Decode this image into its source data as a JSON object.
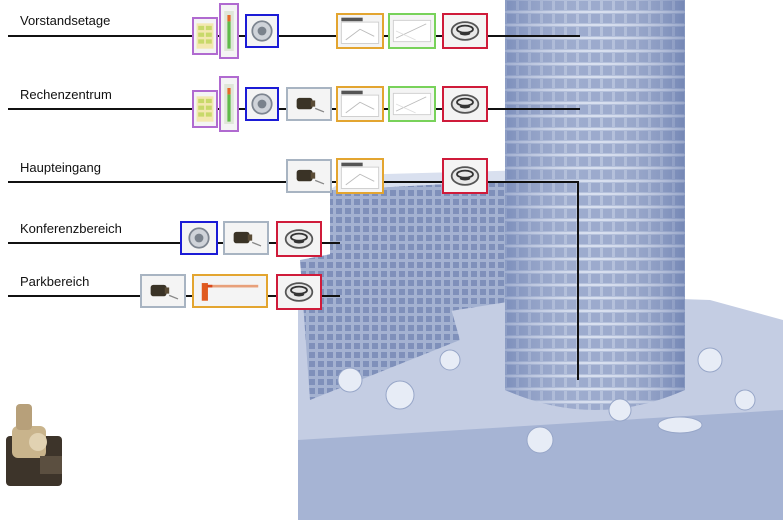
{
  "zones": [
    {
      "label": "Vorstandsetage"
    },
    {
      "label": "Rechenzentrum"
    },
    {
      "label": "Haupteingang"
    },
    {
      "label": "Konferenzbereich"
    },
    {
      "label": "Parkbereich"
    }
  ],
  "device_types": {
    "access-control-panel": {
      "color": "#b06ad0",
      "icon": "control-panel-icon"
    },
    "dome-camera": {
      "color": "#1b1bd6",
      "icon": "dome-camera-icon"
    },
    "bullet-camera": {
      "color": "#a8b4c2",
      "icon": "bullet-camera-icon"
    },
    "software-screen": {
      "color": "#e3a530",
      "icon": "screen-icon"
    },
    "monitoring-screen": {
      "color": "#78d25a",
      "icon": "screen-icon"
    },
    "smoke-detector": {
      "color": "#cf1b3a",
      "icon": "smoke-detector-icon"
    },
    "barrier-gate": {
      "color": "#e3a530",
      "icon": "barrier-gate-icon"
    }
  }
}
